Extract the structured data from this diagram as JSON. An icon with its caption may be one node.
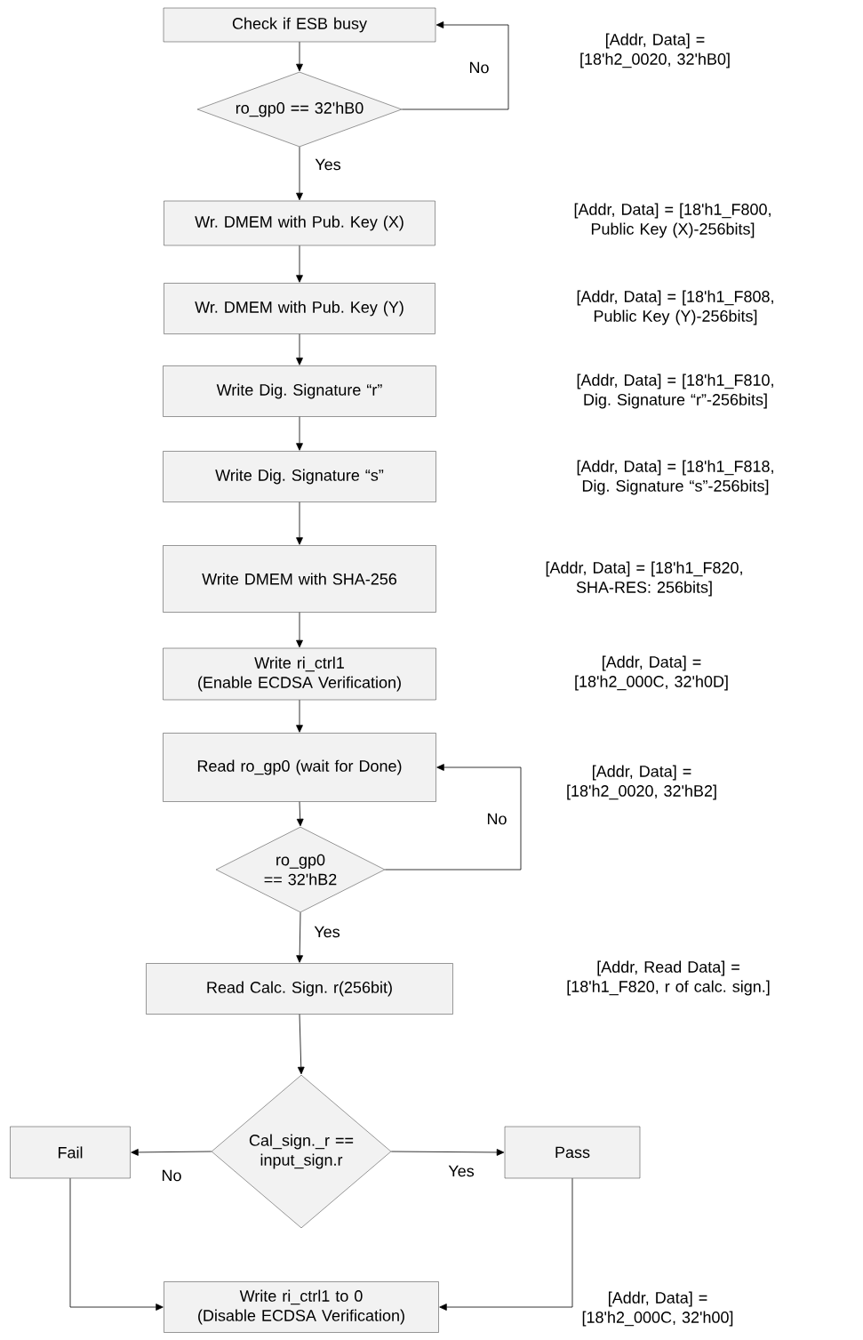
{
  "diagram": {
    "nodes": [
      {
        "text": [
          "Check if ESB busy"
        ]
      },
      {
        "text": [
          "ro_gp0 == 32'hB0"
        ]
      },
      {
        "text": [
          "Wr. DMEM with Pub. Key (X)"
        ]
      },
      {
        "text": [
          "Wr. DMEM with Pub. Key (Y)"
        ]
      },
      {
        "text": [
          "Write Dig. Signature “r”"
        ]
      },
      {
        "text": [
          "Write Dig. Signature “s”"
        ]
      },
      {
        "text": [
          "Write DMEM with SHA-256"
        ]
      },
      {
        "text": [
          "Write ri_ctrl1",
          "(Enable ECDSA Verification)"
        ]
      },
      {
        "text": [
          "Read ro_gp0 (wait for Done)"
        ]
      },
      {
        "text": [
          "ro_gp0 == 32'hB2"
        ]
      },
      {
        "text": [
          "Read Calc. Sign. r(256bit)"
        ]
      },
      {
        "text": [
          "Cal_sign._r == input_sign.r"
        ]
      },
      {
        "text": [
          "Fail"
        ]
      },
      {
        "text": [
          "Pass"
        ]
      },
      {
        "text": [
          "Write ri_ctrl1 to 0",
          "(Disable ECDSA Verification)"
        ]
      }
    ],
    "edges": [
      {
        "from": 0,
        "to": 1,
        "arrow": "to"
      },
      {
        "from": 1,
        "to": 0,
        "arrow": "to",
        "label": "No"
      },
      {
        "from": 1,
        "to": 2,
        "arrow": "to",
        "label": "Yes"
      },
      {
        "from": 2,
        "to": 3,
        "arrow": "to"
      },
      {
        "from": 3,
        "to": 4,
        "arrow": "to"
      },
      {
        "from": 4,
        "to": 5,
        "arrow": "to"
      },
      {
        "from": 5,
        "to": 6,
        "arrow": "to"
      },
      {
        "from": 6,
        "to": 7,
        "arrow": "to"
      },
      {
        "from": 7,
        "to": 8,
        "arrow": "to"
      },
      {
        "from": 8,
        "to": 9,
        "arrow": "to"
      },
      {
        "from": 9,
        "to": 8,
        "arrow": "to",
        "label": "No"
      },
      {
        "from": 9,
        "to": 10,
        "arrow": "to",
        "label": "Yes"
      },
      {
        "from": 10,
        "to": 11,
        "arrow": "to"
      },
      {
        "from": 11,
        "to": 12,
        "arrow": "to",
        "label": "No"
      },
      {
        "from": 11,
        "to": 13,
        "arrow": "to",
        "label": "Yes"
      },
      {
        "from": 12,
        "to": 14,
        "arrow": "to"
      },
      {
        "from": 13,
        "to": 14,
        "arrow": "to"
      }
    ],
    "labels": [
      "[Addr, Data] = [18'h2_0020, 32'hB0]",
      "[Addr, Data] = [18'h1_F800, Public Key (X)-256bits]",
      "[Addr, Data] = [18'h1_F808, Public Key (Y)-256bits]",
      "[Addr, Data] = [18'h1_F810, Dig. Signature “r”-256bits]",
      "[Addr, Data] = [18'h1_F818, Dig. Signature “s”-256bits]",
      "[Addr, Data] = [18'h1_F820, SHA-RES: 256bits]",
      "[Addr, Data] = [18'h2_000C, 32'h0D]",
      "[Addr, Data] = [18'h2_0020, 32'hB2]",
      "[Addr, Read Data] = [18'h1_F820, r of calc. sign.]",
      "[Addr, Data] = [18'h2_000C, 32'h00]"
    ]
  }
}
